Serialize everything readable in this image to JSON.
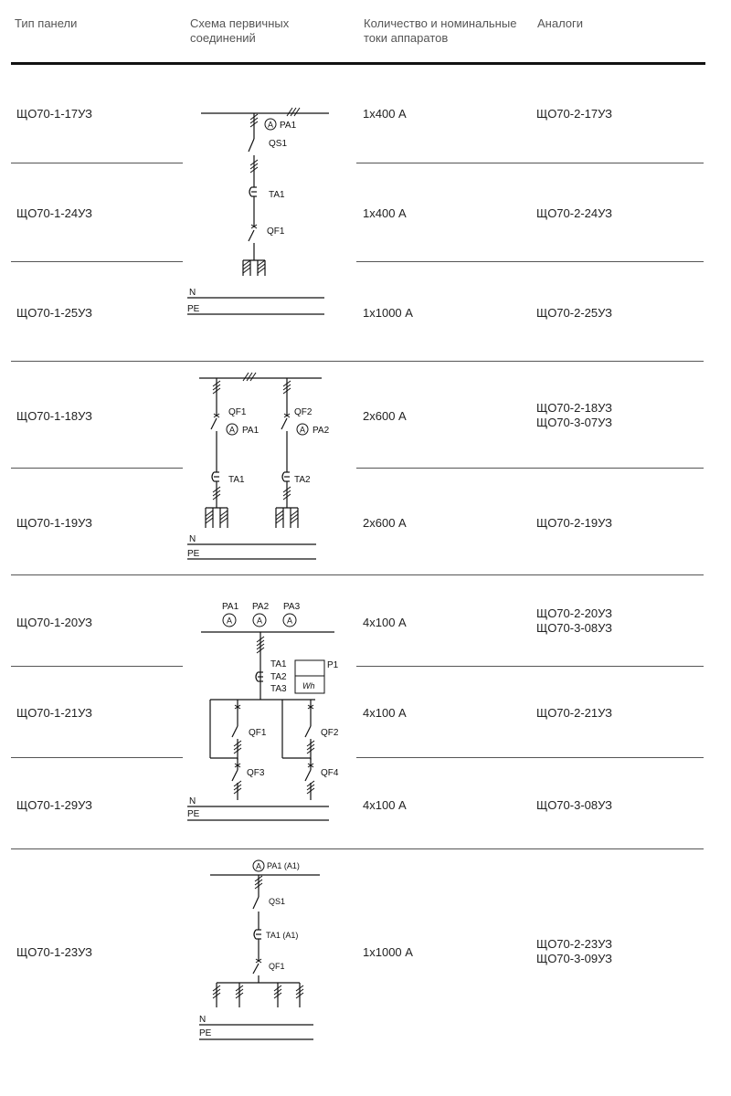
{
  "header": {
    "col1": "Тип панели",
    "col2": [
      "Схема первичных",
      "соединений"
    ],
    "col3": [
      "Количество и номинальные",
      "токи аппаратов"
    ],
    "col4": "Аналоги"
  },
  "rows": [
    {
      "type": "ЩО70-1-17УЗ",
      "current": "1х400 А",
      "analogs": [
        "ЩО70-2-17УЗ"
      ]
    },
    {
      "type": "ЩО70-1-24УЗ",
      "current": "1х400 А",
      "analogs": [
        "ЩО70-2-24УЗ"
      ]
    },
    {
      "type": "ЩО70-1-25УЗ",
      "current": "1х1000 А",
      "analogs": [
        "ЩО70-2-25УЗ"
      ]
    },
    {
      "type": "ЩО70-1-18УЗ",
      "current": "2х600 А",
      "analogs": [
        "ЩО70-2-18УЗ",
        "ЩО70-3-07УЗ"
      ]
    },
    {
      "type": "ЩО70-1-19УЗ",
      "current": "2х600 А",
      "analogs": [
        "ЩО70-2-19УЗ"
      ]
    },
    {
      "type": "ЩО70-1-20УЗ",
      "current": "4х100 А",
      "analogs": [
        "ЩО70-2-20УЗ",
        "ЩО70-3-08УЗ"
      ]
    },
    {
      "type": "ЩО70-1-21УЗ",
      "current": "4х100 А",
      "analogs": [
        "ЩО70-2-21УЗ"
      ]
    },
    {
      "type": "ЩО70-1-29УЗ",
      "current": "4х100 А",
      "analogs": [
        "ЩО70-3-08УЗ"
      ]
    },
    {
      "type": "ЩО70-1-23УЗ",
      "current": "1х1000 А",
      "analogs": [
        "ЩО70-2-23УЗ",
        "ЩО70-3-09УЗ"
      ]
    }
  ],
  "diagrams": {
    "d1": {
      "pa1": "PA1",
      "qs1": "QS1",
      "ta1": "TA1",
      "qf1": "QF1",
      "n": "N",
      "pe": "PE",
      "ammeter": "A"
    },
    "d2": {
      "qf1": "QF1",
      "qf2": "QF2",
      "pa1": "PA1",
      "pa2": "PA2",
      "ta1": "TA1",
      "ta2": "TA2",
      "n": "N",
      "pe": "PE",
      "ammeter": "A"
    },
    "d3": {
      "pa1": "PA1",
      "pa2": "PA2",
      "pa3": "PA3",
      "ta1": "TA1",
      "ta2": "TA2",
      "ta3": "TA3",
      "p1": "P1",
      "wh": "Wh",
      "qf1": "QF1",
      "qf2": "QF2",
      "qf3": "QF3",
      "qf4": "QF4",
      "n": "N",
      "pe": "PE",
      "ammeter": "A"
    },
    "d4": {
      "pa1": "PA1 (A1)",
      "qs1": "QS1",
      "ta1": "TA1 (A1)",
      "qf1": "QF1",
      "n": "N",
      "pe": "PE",
      "ammeter": "A"
    }
  }
}
